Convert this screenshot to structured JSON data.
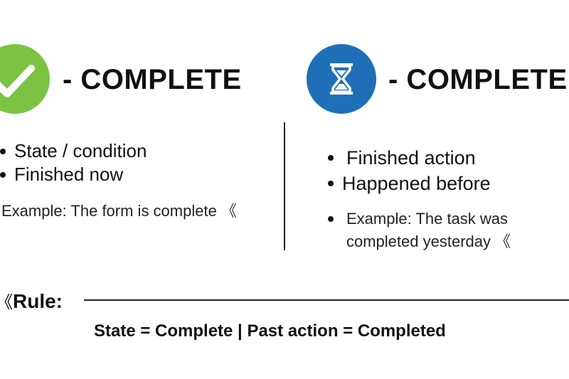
{
  "left": {
    "heading": "- COMPLETE",
    "icon": "check-icon",
    "icon_color": "#7cc243",
    "bullets": [
      "State / condition",
      "Finished now"
    ],
    "example": "Example: The form is complete",
    "example_mark": "《"
  },
  "right": {
    "heading": "- COMPLETED",
    "icon": "hourglass-icon",
    "icon_color": "#1f6fb8",
    "bullets": [
      "Finished action",
      "Happened before"
    ],
    "example_line1": "Example: The task was",
    "example_line2": "completed yesterday",
    "example_mark": "《"
  },
  "rule": {
    "label": "Rule:",
    "label_mark": "《",
    "text": "State = Complete | Past action = Completed"
  }
}
